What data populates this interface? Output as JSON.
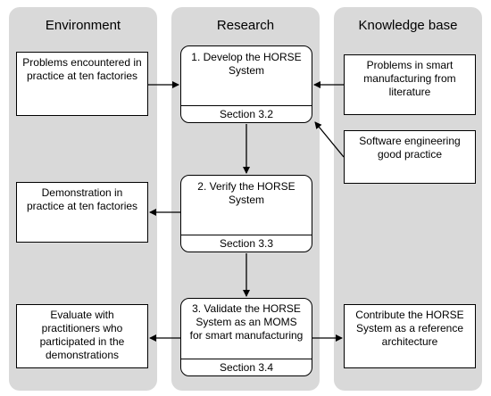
{
  "columns": {
    "environment": "Environment",
    "research": "Research",
    "knowledge_base": "Knowledge base"
  },
  "environment": {
    "box1": "Problems encountered in practice at ten factories",
    "box2": "Demonstration in practice at ten factories",
    "box3": "Evaluate with practitioners who participated in the demonstrations"
  },
  "research": {
    "step1": {
      "title": "1. Develop the HORSE System",
      "section": "Section 3.2"
    },
    "step2": {
      "title": "2. Verify the HORSE System",
      "section": "Section 3.3"
    },
    "step3": {
      "title": "3. Validate the HORSE System as an MOMS for smart manufacturing",
      "section": "Section 3.4"
    }
  },
  "knowledge_base": {
    "box1": "Problems in smart manufacturing from literature",
    "box2": "Software engineering good practice",
    "box3": "Contribute the HORSE System as a reference architecture"
  },
  "colors": {
    "column_bg": "#d9d9d9",
    "box_bg": "#ffffff",
    "line": "#000000"
  }
}
